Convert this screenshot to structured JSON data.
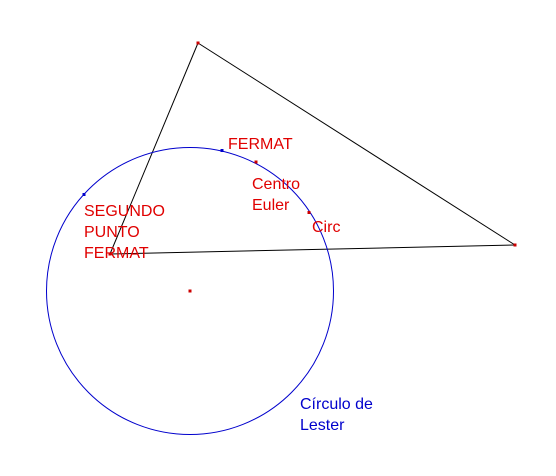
{
  "colors": {
    "triangle": "#000000",
    "circle": "#0000cc",
    "points": "#cc0000",
    "point_labels": "#e00000",
    "circle_label": "#0000cc",
    "background": "#ffffff"
  },
  "labels": {
    "fermat": "FERMAT",
    "euler_line1": "Centro",
    "euler_line2": "Euler",
    "circ": "Circ",
    "second_fermat_line1": "SEGUNDO",
    "second_fermat_line2": "PUNTO",
    "second_fermat_line3": "FERMAT",
    "lester_line1": "Círculo de",
    "lester_line2": "Lester"
  }
}
